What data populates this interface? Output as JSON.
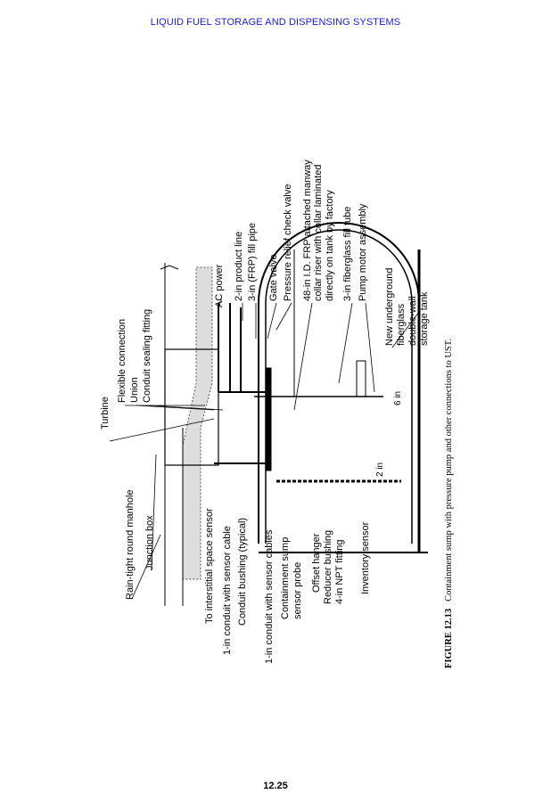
{
  "header": "LIQUID FUEL STORAGE AND DISPENSING SYSTEMS",
  "page_number": "12.25",
  "figure": {
    "number": "FIGURE 12.13",
    "caption": "Containment sump with pressure pump and other connections to UST."
  },
  "labels": {
    "turbine": "Turbine",
    "flexible_connection": "Flexible connection",
    "union": "Union",
    "conduit_sealing_fitting": "Conduit sealing fitting",
    "manhole": "Rain-tight round manhole",
    "junction_box": "Junction box",
    "interstitial_sensor": "To interstitial space sensor",
    "conduit_sensor_cable": "1-in conduit with sensor cable",
    "conduit_bushing": "Conduit bushing (typical)",
    "conduit_sensor_cables": "1-in conduit with sensor cables",
    "sump_probe_1": "Containment sump",
    "sump_probe_2": "sensor probe",
    "offset_hanger": "Offset hanger",
    "reducer_bushing": "Reducer bushing",
    "npt_fitting": "4-in NPT fitting",
    "inventory_sensor": "Inventory sensor",
    "ac_power": "AC power",
    "product_line": "2-in product line",
    "fill_pipe": "3-in (FRP) fill pipe",
    "gate_valve": "Gate valve",
    "check_valve": "Pressure relief check valve",
    "manway_1": "48-in I.D. FRP attached manway",
    "manway_2": "collar riser with collar laminated",
    "manway_3": "directly on tank by factory",
    "fill_tube": "3-in fiberglass fill tube",
    "pump_motor": "Pump motor assembly",
    "tank_1": "New underground",
    "tank_2": "fiberglass",
    "tank_3": "double-wall",
    "tank_4": "storage tank",
    "dim_6in": "6 in",
    "dim_2in": "2 in"
  }
}
